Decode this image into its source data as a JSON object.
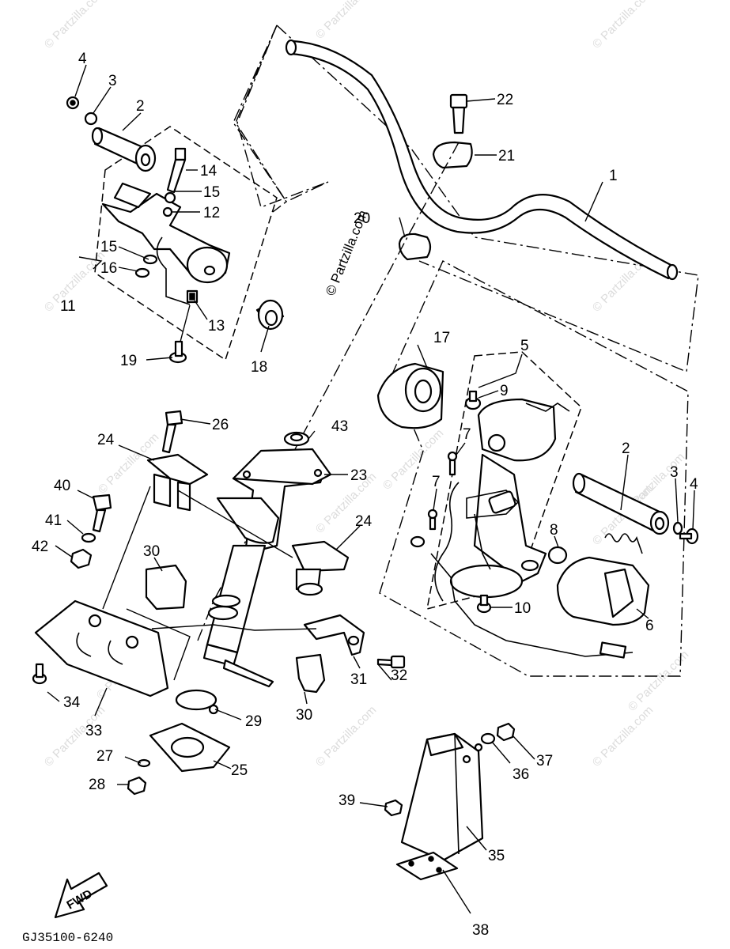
{
  "watermarks": {
    "small": "© Partzilla.com",
    "center": "© Partzilla.com"
  },
  "callouts": {
    "c1": "1",
    "c2a": "2",
    "c2b": "2",
    "c3a": "3",
    "c3b": "3",
    "c4a": "4",
    "c4b": "4",
    "c5": "5",
    "c6": "6",
    "c7a": "7",
    "c7b": "7",
    "c8": "8",
    "c9": "9",
    "c10": "10",
    "c11": "11",
    "c12": "12",
    "c13": "13",
    "c14": "14",
    "c15a": "15",
    "c15b": "15",
    "c16": "16",
    "c17": "17",
    "c18": "18",
    "c19": "19",
    "c20": "20",
    "c21": "21",
    "c22": "22",
    "c23": "23",
    "c24a": "24",
    "c24b": "24",
    "c25": "25",
    "c26": "26",
    "c27": "27",
    "c28": "28",
    "c29": "29",
    "c30a": "30",
    "c30b": "30",
    "c31": "31",
    "c32": "32",
    "c33": "33",
    "c34": "34",
    "c35": "35",
    "c36": "36",
    "c37": "37",
    "c38": "38",
    "c39": "39",
    "c40": "40",
    "c41": "41",
    "c42": "42",
    "c43": "43"
  },
  "direction_label": "FWD",
  "diagram_code": "GJ35100-6240"
}
